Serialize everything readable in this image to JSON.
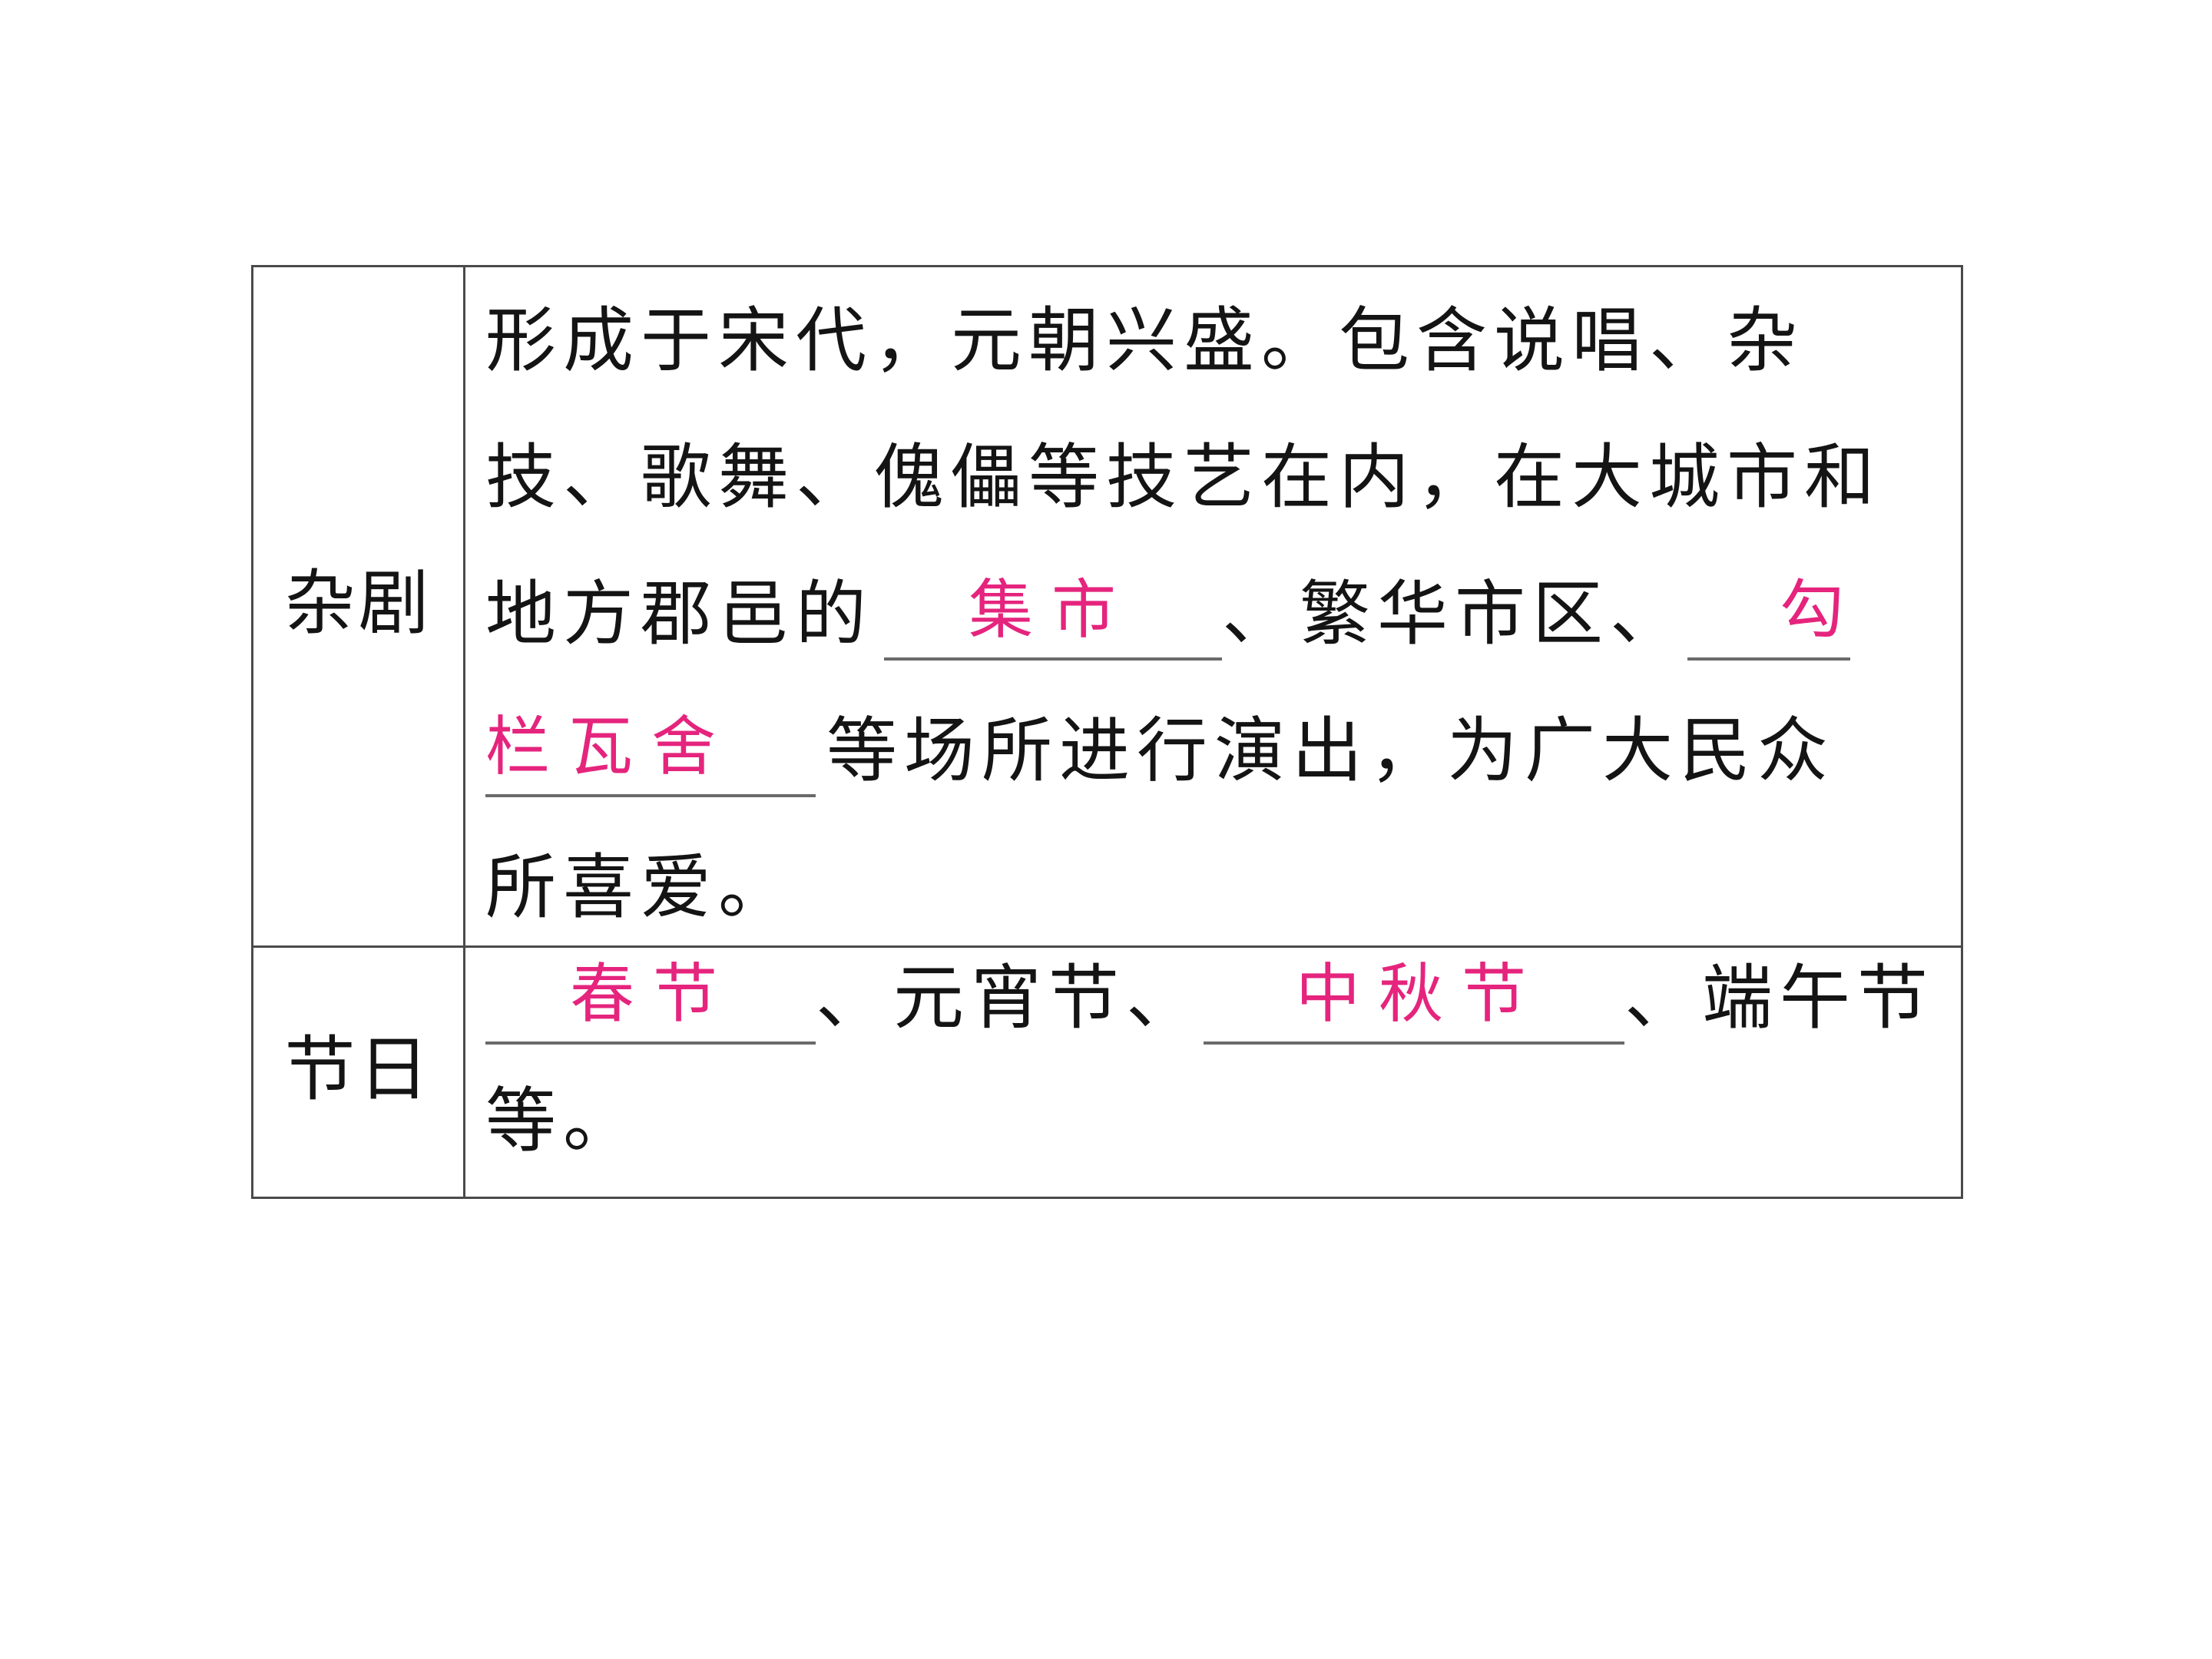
{
  "table": {
    "row1": {
      "label": "杂剧",
      "line1": "形成于宋代，元朝兴盛。包含说唱、杂",
      "line2": "技、歌舞、傀儡等技艺在内，在大城市和",
      "line3_a": "地方郡邑的",
      "blank1_answer": "集市",
      "line3_b": "、繁华市区、",
      "blank2_answer_part1": "勾",
      "blank2_answer_part2": "栏瓦舍",
      "line4_b": "等场所进行演出，为广大民众",
      "line5": "所喜爱。"
    },
    "row2": {
      "label": "节日",
      "blank1_answer": "春节",
      "text_a": "、元宵节、",
      "blank2_answer": "中秋节",
      "text_b": "、端午节",
      "line2": "等。"
    }
  },
  "colors": {
    "answer": "#e5247d",
    "text": "#141414",
    "border": "#4a4a4a"
  }
}
